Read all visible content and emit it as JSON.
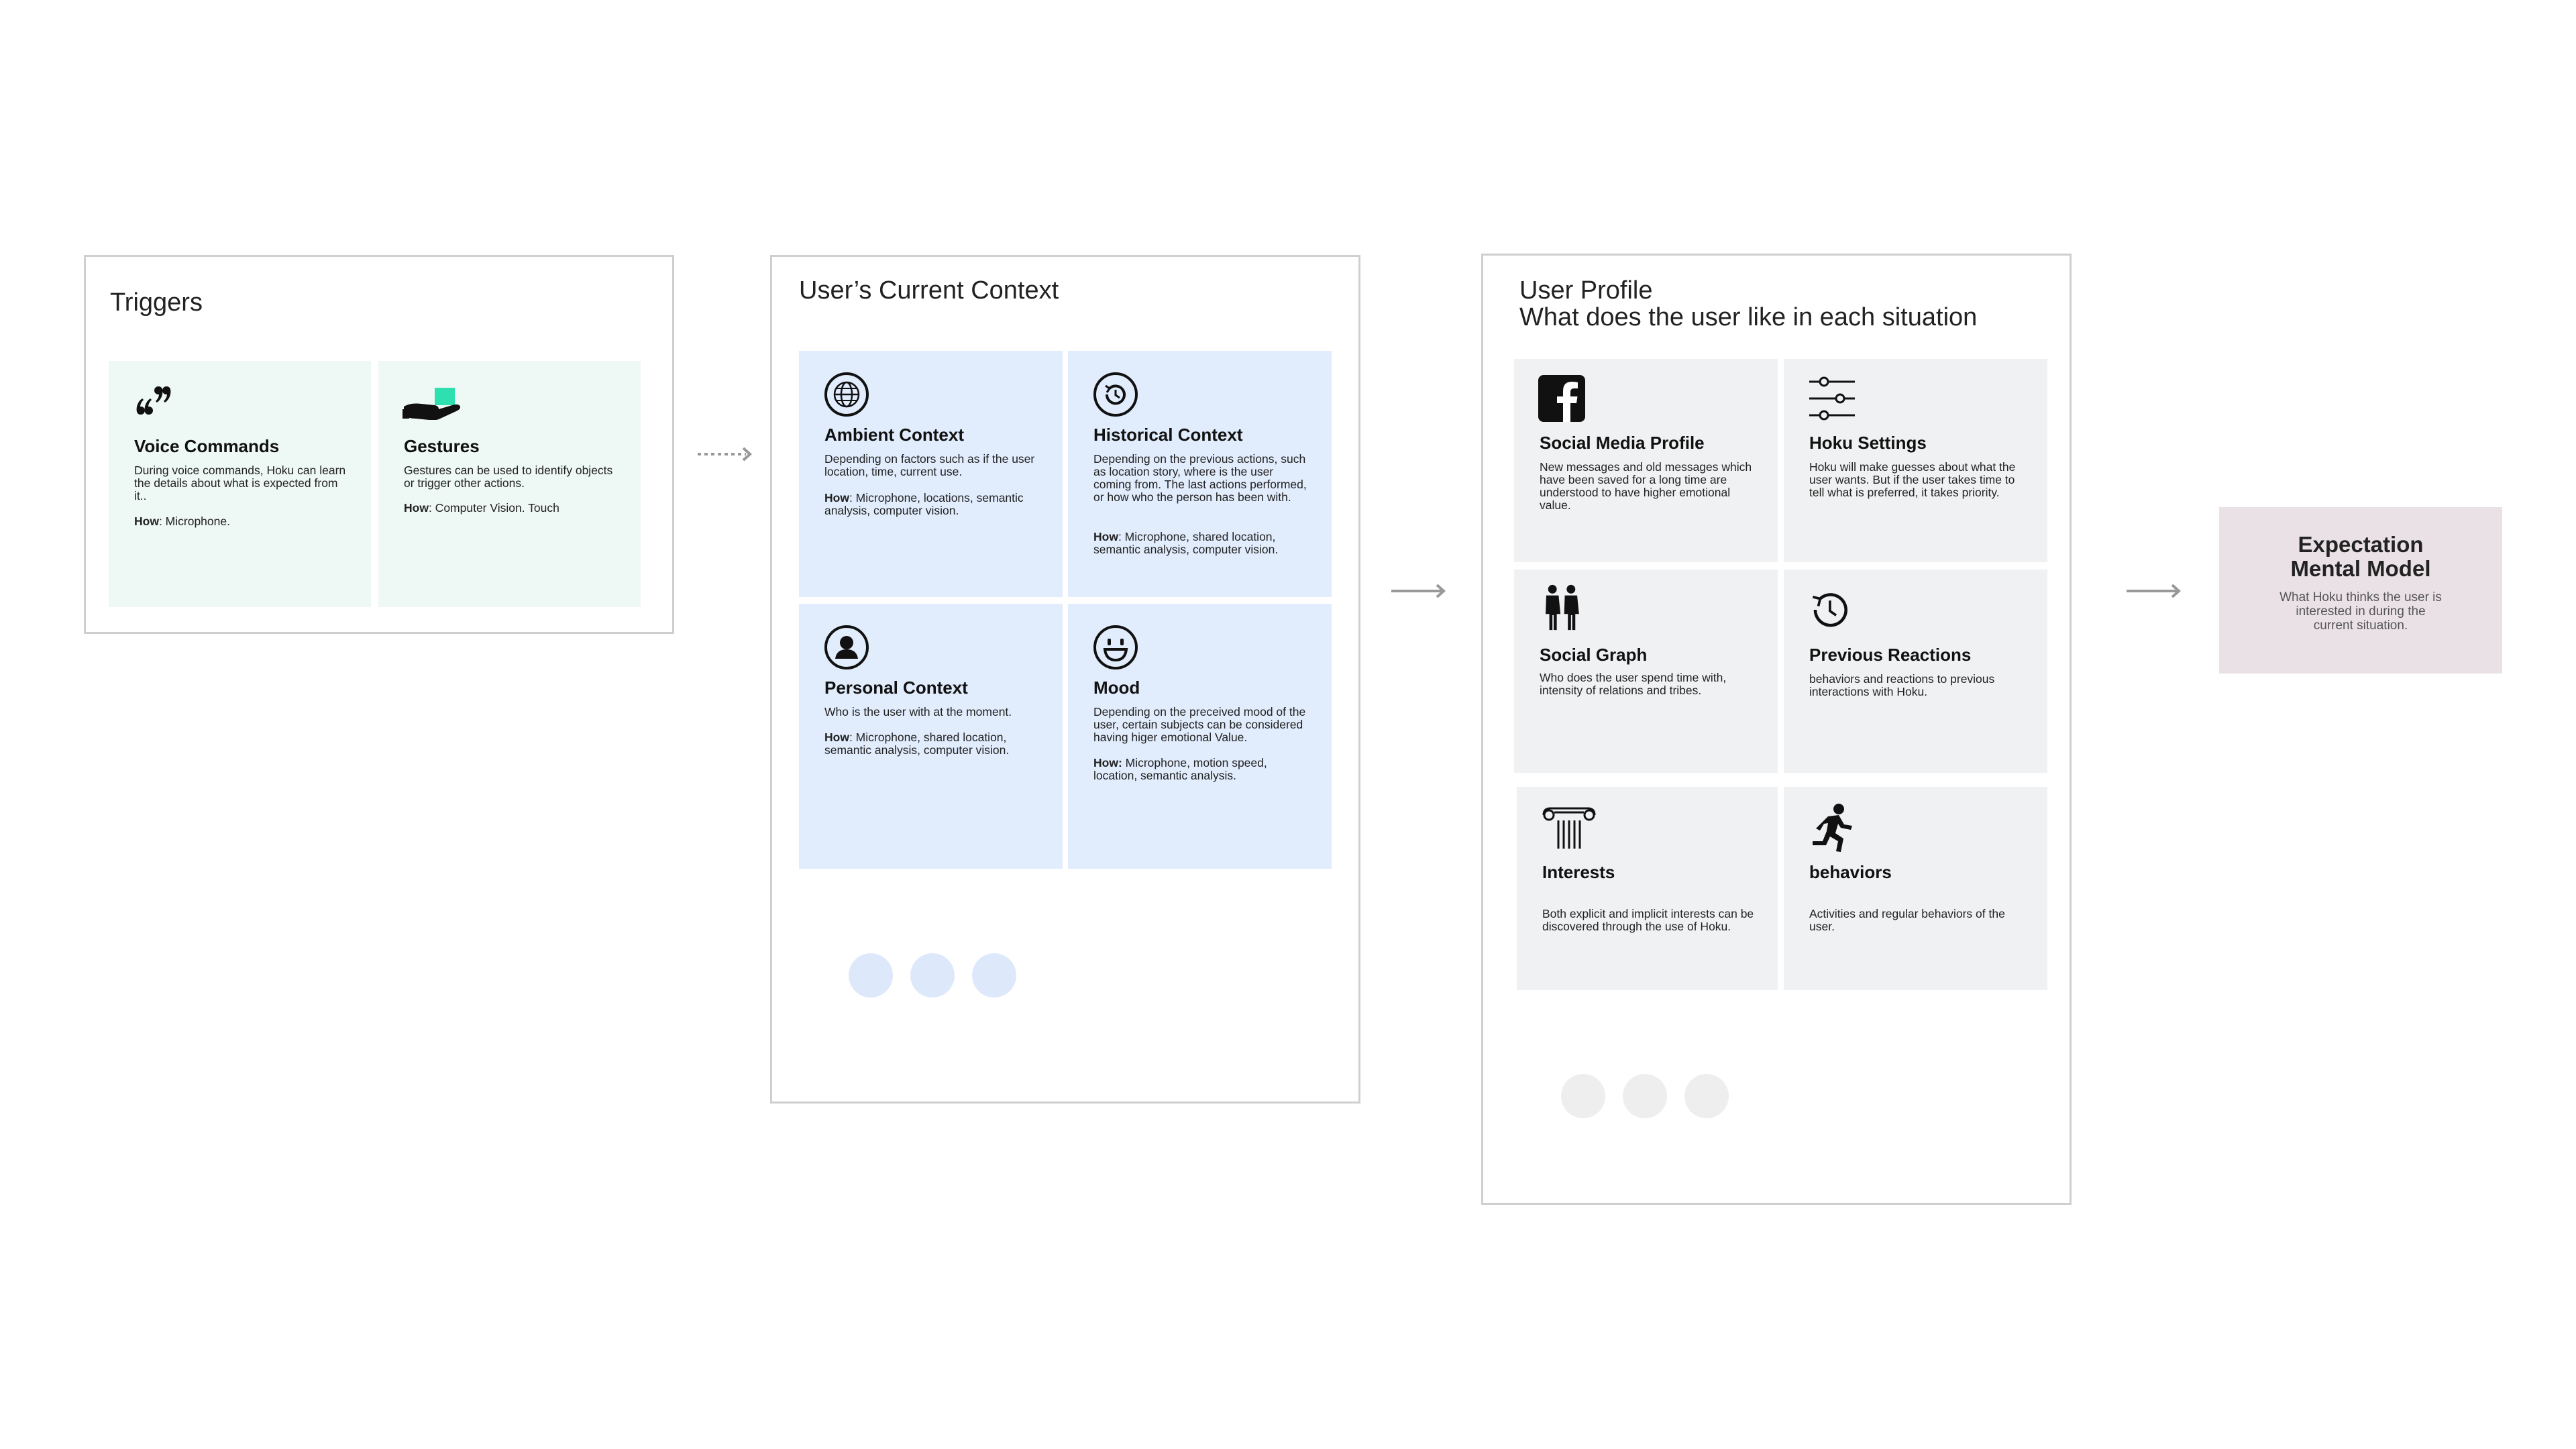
{
  "triggers": {
    "title": "Triggers",
    "cards": [
      {
        "title": "Voice Commands",
        "desc": "During voice commands, Hoku can learn the details about what is expected from it..",
        "how_label": "How",
        "how": ": Microphone.",
        "icon": "quote-icon"
      },
      {
        "title": "Gestures",
        "desc": "Gestures can be used to identify objects or trigger other actions.",
        "how_label": "How",
        "how": ": Computer Vision. Touch",
        "icon": "hand-gesture-icon"
      }
    ]
  },
  "context": {
    "title": "User’s Current Context",
    "cards": [
      {
        "title": "Ambient Context",
        "desc": "Depending on factors such as if the user location, time,  current use.",
        "how_label": "How",
        "how": ": Microphone, locations, semantic analysis, computer vision.",
        "icon": "globe-icon"
      },
      {
        "title": "Historical Context",
        "desc": "Depending on the previous actions, such as location story, where is the user coming from. The last actions performed, or how who the person has been with.",
        "how_label": "How",
        "how": ": Microphone,  shared location, semantic analysis, computer vision.",
        "icon": "clock-history-icon"
      },
      {
        "title": "Personal Context",
        "desc": "Who is the user with at the moment.",
        "how_label": "How",
        "how": ": Microphone,  shared location, semantic analysis, computer vision.",
        "icon": "person-circle-icon"
      },
      {
        "title": "Mood",
        "desc": "Depending on the preceived mood of the user, certain subjects can be considered having higer emotional Value.",
        "how_label": "How:",
        "how": " Microphone, motion speed, location, semantic analysis.",
        "icon": "smiley-icon"
      }
    ]
  },
  "profile": {
    "title_line1": "User Profile",
    "title_line2": "What does the user like in each situation",
    "cards": [
      {
        "title": "Social Media Profile",
        "desc": "New messages and old messages which have been saved for a long time are understood to have higher emotional value.",
        "icon": "facebook-icon"
      },
      {
        "title": "Hoku Settings",
        "desc": "Hoku will make guesses about what the user wants. But if the user takes time to tell what is preferred, it takes priority.",
        "icon": "sliders-icon"
      },
      {
        "title": "Social Graph",
        "desc": "Who does the user spend time with, intensity of relations and tribes.",
        "icon": "people-icon"
      },
      {
        "title": "Previous Reactions",
        "desc": "behaviors and reactions to previous interactions with Hoku.",
        "icon": "history-icon"
      },
      {
        "title": "Interests",
        "desc": "Both explicit and implicit interests can be discovered through the use of Hoku.",
        "icon": "column-icon"
      },
      {
        "title": "behaviors",
        "desc": "Activities and regular behaviors of the user.",
        "icon": "running-person-icon"
      }
    ]
  },
  "expectation": {
    "title_line1": "Expectation",
    "title_line2": "Mental Model",
    "desc": "What Hoku thinks the user is interested in during the current situation."
  },
  "colors": {
    "trigger_card": "#eef8f4",
    "context_card": "#e1ecfc",
    "profile_card": "#f0f1f2",
    "expectation_box": "#eae1e6",
    "gesture_accent": "#2ee0b0"
  }
}
